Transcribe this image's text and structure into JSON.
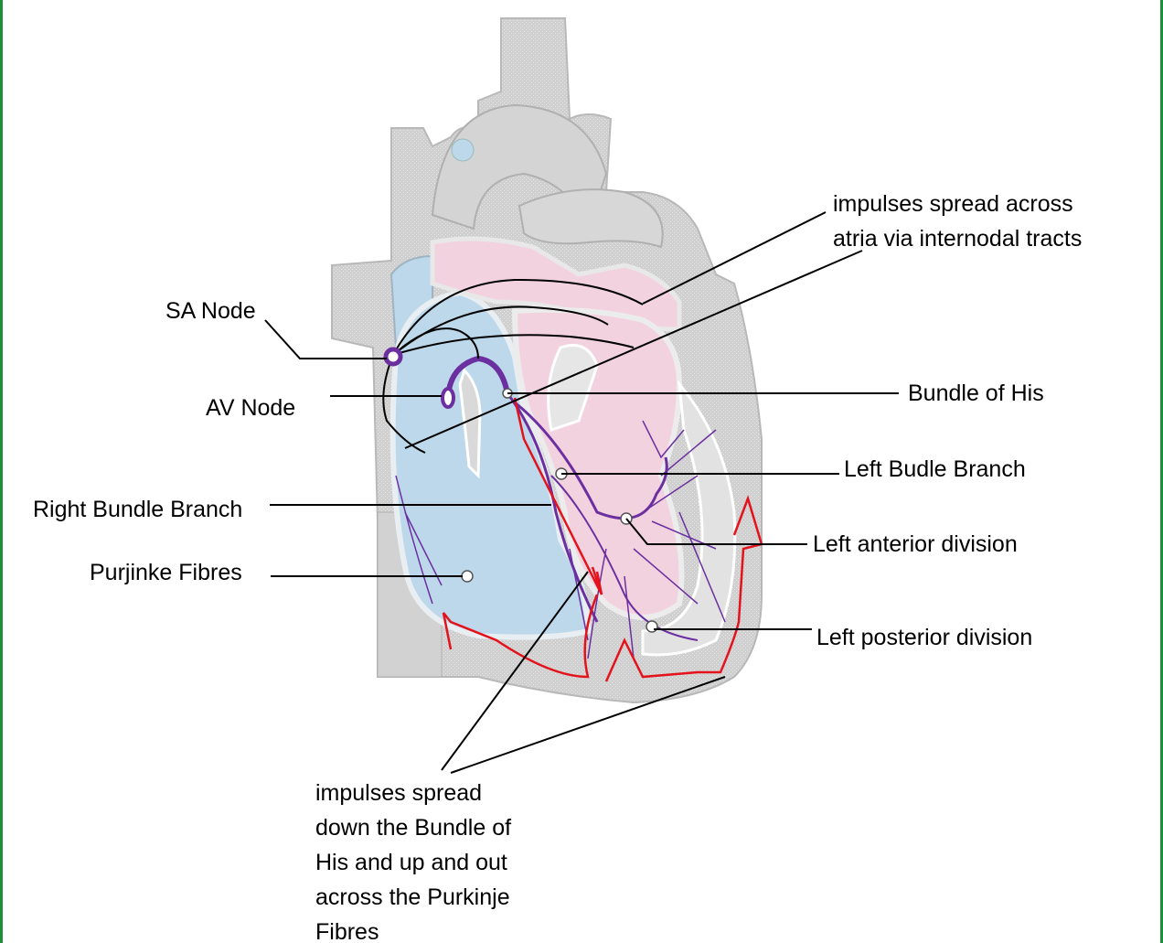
{
  "labels": {
    "sa_node": "SA Node",
    "av_node": "AV Node",
    "bundle_of_his": "Bundle of His",
    "left_bundle_branch": "Left Budle Branch",
    "right_bundle_branch": "Right Bundle Branch",
    "left_anterior_division": "Left anterior division",
    "purkinje_fibres": "Purjinke Fibres",
    "left_posterior_division": "Left posterior division",
    "atria_note_line1": "impulses spread across",
    "atria_note_line2": "atria via internodal tracts",
    "bottom_note_lines": [
      "impulses spread",
      "down the Bundle of",
      "His and up and out",
      "across the Purkinje",
      "Fibres"
    ]
  },
  "colors": {
    "frame_border": "#1f8f3a",
    "heart_outer": "#c9c9c9",
    "right_chamber": "#bcd8ea",
    "left_chamber": "#f3d2e0",
    "conduction_path": "#6b2fa0",
    "impulse_route": "#e4121b",
    "leader_lines": "#000000"
  }
}
